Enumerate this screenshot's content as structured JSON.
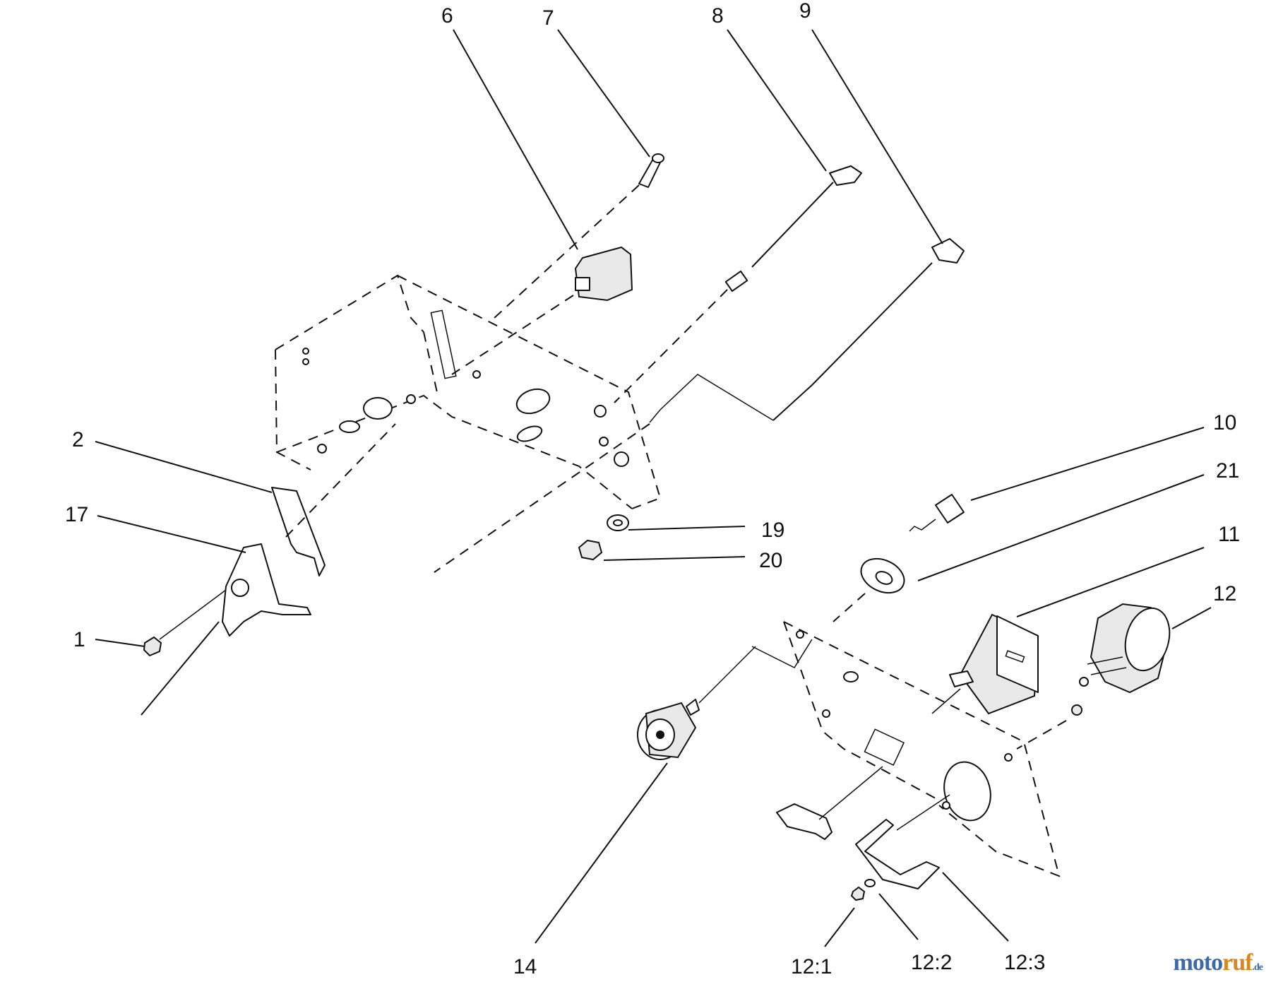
{
  "callouts": {
    "c1": "1",
    "c2": "2",
    "c6": "6",
    "c7": "7",
    "c8": "8",
    "c9": "9",
    "c10": "10",
    "c11": "11",
    "c12": "12",
    "c14": "14",
    "c17": "17",
    "c19": "19",
    "c20": "20",
    "c21": "21",
    "c12_1": "12:1",
    "c12_2": "12:2",
    "c12_3": "12:3"
  },
  "watermark": {
    "main": "moto",
    "accent": "ruf",
    "tld": ".de"
  },
  "colors": {
    "line": "#111111",
    "watermark_blue": "#3c6aa8",
    "watermark_orange": "#d9861c"
  }
}
